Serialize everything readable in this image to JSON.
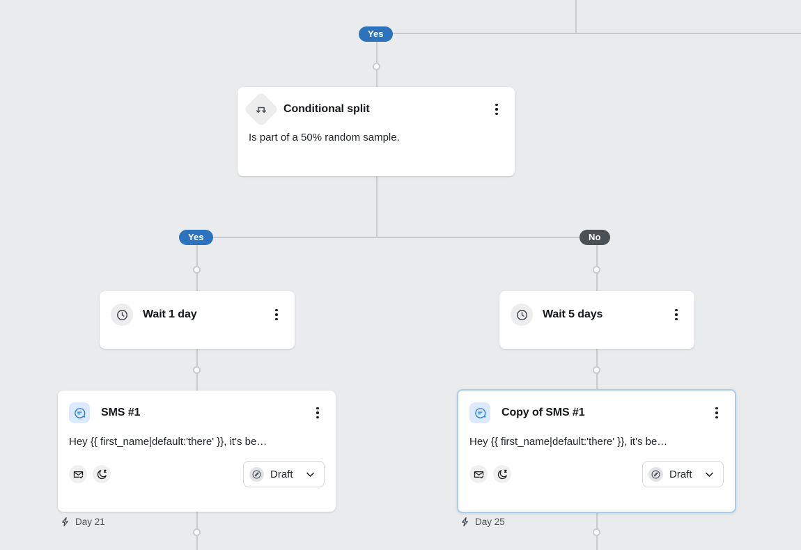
{
  "canvas": {
    "background_color": "#eaebec",
    "connector_color": "#c8cacc"
  },
  "branch_labels": {
    "top_yes": "Yes",
    "split_yes": "Yes",
    "split_no": "No",
    "yes_color": "#2d72bd",
    "no_color": "#4b5055"
  },
  "nodes": {
    "conditional_split": {
      "icon": "conditional-split-icon",
      "title": "Conditional split",
      "description": "Is part of a 50% random sample."
    },
    "wait_left": {
      "icon": "clock-icon",
      "title": "Wait 1 day"
    },
    "wait_right": {
      "icon": "clock-icon",
      "title": "Wait 5 days"
    },
    "sms_left": {
      "icon": "sms-message-icon",
      "title": "SMS #1",
      "preview": "Hey {{ first_name|default:'there' }}, it's be…",
      "footer_icons": [
        "envelope-check-icon",
        "moon-quiet-hours-icon"
      ],
      "status": "Draft",
      "status_icon": "pencil-icon",
      "day_label": "Day 21",
      "day_icon": "lightning-bolt-icon",
      "selected": false
    },
    "sms_right": {
      "icon": "sms-message-icon",
      "title": "Copy of SMS #1",
      "preview": "Hey {{ first_name|default:'there' }}, it's be…",
      "footer_icons": [
        "envelope-check-icon",
        "moon-quiet-hours-icon"
      ],
      "status": "Draft",
      "status_icon": "pencil-icon",
      "day_label": "Day 25",
      "day_icon": "lightning-bolt-icon",
      "selected": true
    }
  }
}
